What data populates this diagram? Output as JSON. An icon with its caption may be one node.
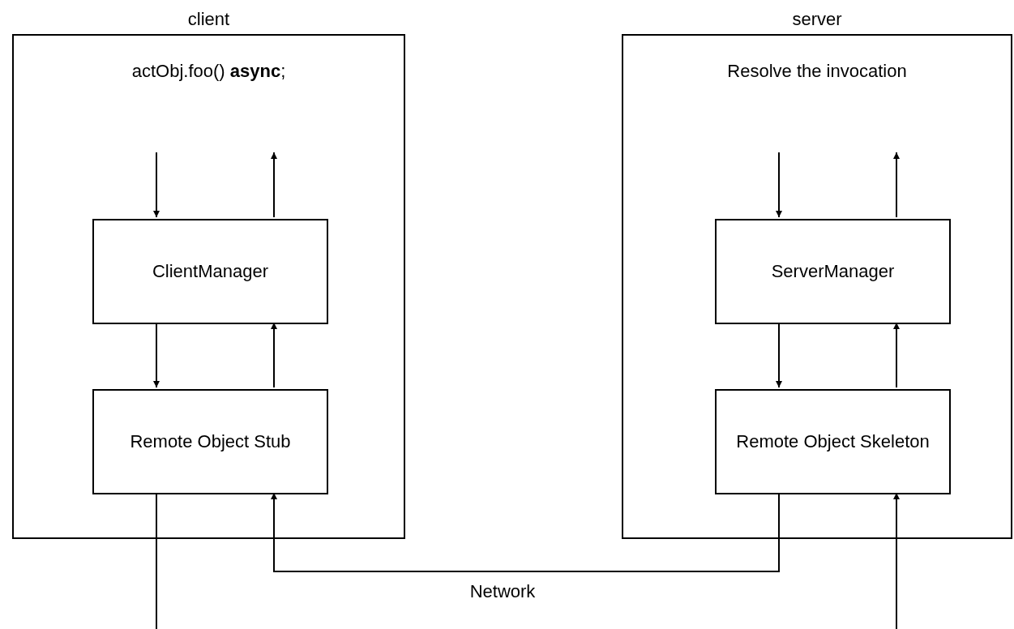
{
  "diagram": {
    "nodes": [
      {
        "text": [
          "client",
          "actObj.foo() **async**;"
        ]
      },
      {
        "text": [
          "ClientManager"
        ],
        "in": 0
      },
      {
        "text": [
          "Remote Object Stub"
        ],
        "in": 0
      },
      {
        "text": [
          "server",
          "Resolve the invocation"
        ]
      },
      {
        "text": [
          "ServerManager"
        ],
        "in": 3
      },
      {
        "text": [
          "Remote Object Skeleton"
        ],
        "in": 3
      }
    ],
    "edges": [
      {
        "from": null,
        "to": 1,
        "arrow": "to"
      },
      {
        "from": 1,
        "to": null,
        "arrow": "to"
      },
      {
        "from": 1,
        "to": 2,
        "arrow": "to"
      },
      {
        "from": 2,
        "to": 1,
        "arrow": "to"
      },
      {
        "from": 2,
        "to": null,
        "arrow": "none"
      },
      {
        "from": 5,
        "to": 2,
        "arrow": "to"
      },
      {
        "from": null,
        "to": 4,
        "arrow": "to"
      },
      {
        "from": 4,
        "to": null,
        "arrow": "to"
      },
      {
        "from": 4,
        "to": 5,
        "arrow": "to"
      },
      {
        "from": 5,
        "to": 4,
        "arrow": "to"
      },
      {
        "from": null,
        "to": 5,
        "arrow": "to"
      }
    ],
    "labels": [
      "Network"
    ]
  }
}
